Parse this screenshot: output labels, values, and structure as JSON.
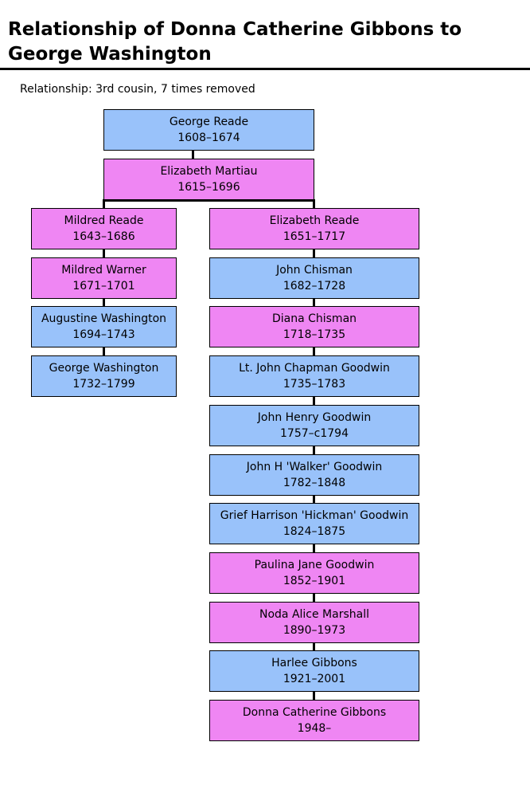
{
  "title": "Relationship of Donna Catherine Gibbons to George Washington",
  "relationship": "Relationship: 3rd cousin, 7 times removed",
  "colors": {
    "male": "#99c2fa",
    "female": "#ef86f3"
  },
  "root": [
    {
      "name": "George Reade",
      "dates": "1608–1674",
      "sex": "male"
    },
    {
      "name": "Elizabeth Martiau",
      "dates": "1615–1696",
      "sex": "female"
    }
  ],
  "left_line": [
    {
      "name": "Mildred Reade",
      "dates": "1643–1686",
      "sex": "female"
    },
    {
      "name": "Mildred Warner",
      "dates": "1671–1701",
      "sex": "female"
    },
    {
      "name": "Augustine Washington",
      "dates": "1694–1743",
      "sex": "male"
    },
    {
      "name": "George Washington",
      "dates": "1732–1799",
      "sex": "male"
    }
  ],
  "right_line": [
    {
      "name": "Elizabeth Reade",
      "dates": "1651–1717",
      "sex": "female"
    },
    {
      "name": "John Chisman",
      "dates": "1682–1728",
      "sex": "male"
    },
    {
      "name": "Diana Chisman",
      "dates": "1718–1735",
      "sex": "female"
    },
    {
      "name": "Lt. John Chapman Goodwin",
      "dates": "1735–1783",
      "sex": "male"
    },
    {
      "name": "John Henry Goodwin",
      "dates": "1757–c1794",
      "sex": "male"
    },
    {
      "name": "John H 'Walker' Goodwin",
      "dates": "1782–1848",
      "sex": "male"
    },
    {
      "name": "Grief Harrison 'Hickman' Goodwin",
      "dates": "1824–1875",
      "sex": "male"
    },
    {
      "name": "Paulina Jane Goodwin",
      "dates": "1852–1901",
      "sex": "female"
    },
    {
      "name": "Noda Alice Marshall",
      "dates": "1890–1973",
      "sex": "female"
    },
    {
      "name": "Harlee Gibbons",
      "dates": "1921–2001",
      "sex": "male"
    },
    {
      "name": "Donna Catherine Gibbons",
      "dates": "1948–",
      "sex": "female"
    }
  ]
}
